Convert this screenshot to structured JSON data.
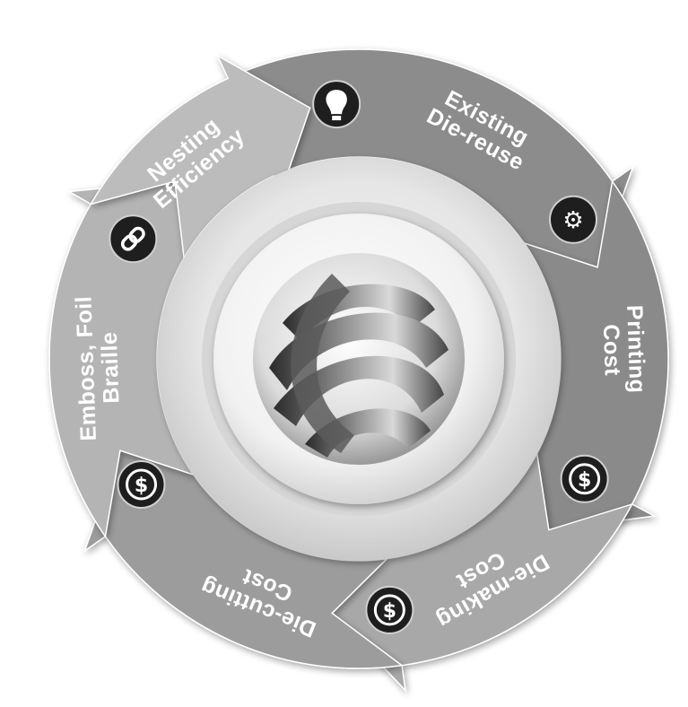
{
  "diagram": {
    "segments": [
      {
        "id": "existing-die-reuse",
        "lines": [
          "Existing",
          "Die-reuse"
        ],
        "icon": "lightbulb-icon",
        "color": "#8c8c8c"
      },
      {
        "id": "printing-cost",
        "lines": [
          "Printing",
          "Cost"
        ],
        "icon": "gears-icon",
        "color": "#8a8a8a"
      },
      {
        "id": "die-making-cost",
        "lines": [
          "Die-making",
          "Cost"
        ],
        "icon": "dollar-icon",
        "color": "#a8a8a8"
      },
      {
        "id": "die-cutting-cost",
        "lines": [
          "Die-cutting",
          "Cost"
        ],
        "icon": "dollar-icon",
        "color": "#9c9c9c"
      },
      {
        "id": "emboss-foil-braille",
        "lines": [
          "Emboss, Foil",
          "Braille"
        ],
        "icon": "dollar-icon",
        "color": "#b4b4b4"
      },
      {
        "id": "nesting-efficiency",
        "lines": [
          "Nesting",
          "Efficiency"
        ],
        "icon": "link-icon",
        "color": "#bcbcbc"
      }
    ],
    "center_icon": "swirl-globe-icon",
    "direction": "clockwise"
  }
}
